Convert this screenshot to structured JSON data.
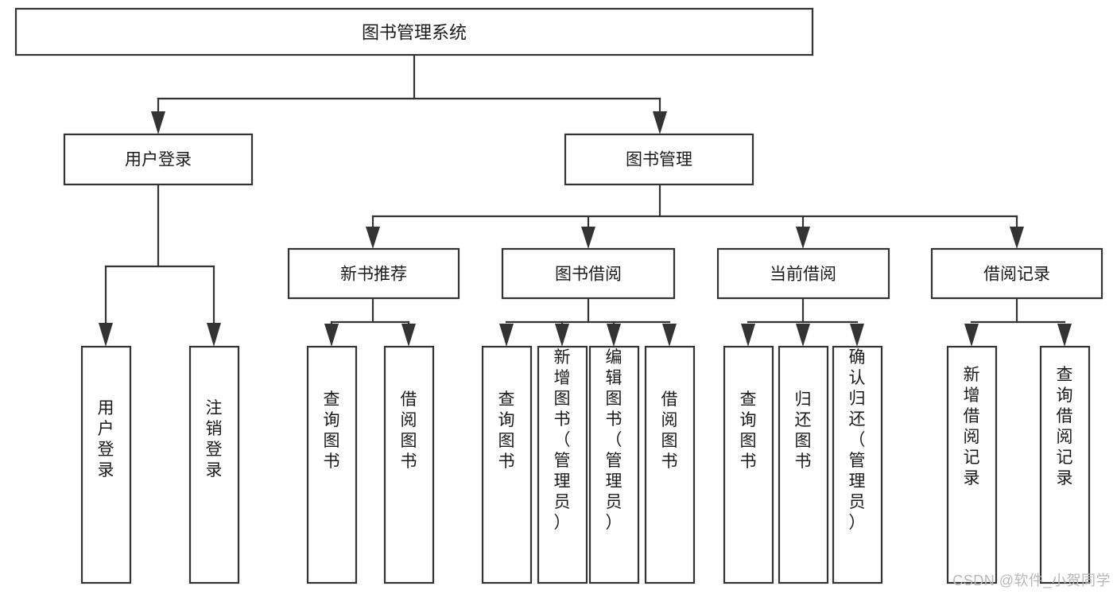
{
  "diagram": {
    "type": "tree-hierarchy",
    "title": "图书管理系统",
    "colors": {
      "stroke": "#333333",
      "box_fill": "#ffffff",
      "text": "#1a1a1a",
      "background": "#ffffff",
      "watermark": "#b8b8b8"
    },
    "root": {
      "label": "图书管理系统"
    },
    "level1": [
      {
        "label": "用户登录"
      },
      {
        "label": "图书管理"
      }
    ],
    "level2": [
      {
        "label": "新书推荐"
      },
      {
        "label": "图书借阅"
      },
      {
        "label": "当前借阅"
      },
      {
        "label": "借阅记录"
      }
    ],
    "leaves": {
      "user_login": [
        {
          "label": "用户登录"
        },
        {
          "label": "注销登录"
        }
      ],
      "new_book_recommend": [
        {
          "label": "查询图书"
        },
        {
          "label": "借阅图书"
        }
      ],
      "book_borrow": [
        {
          "label": "查询图书"
        },
        {
          "label": "新增图书（管理员）"
        },
        {
          "label": "编辑图书（管理员）"
        },
        {
          "label": "借阅图书"
        }
      ],
      "current_borrow": [
        {
          "label": "查询图书"
        },
        {
          "label": "归还图书"
        },
        {
          "label": "确认归还（管理员）"
        }
      ],
      "borrow_records": [
        {
          "label": "新增借阅记录"
        },
        {
          "label": "查询借阅记录"
        }
      ]
    }
  },
  "watermark": {
    "text": "CSDN @软件_小贺同学"
  }
}
